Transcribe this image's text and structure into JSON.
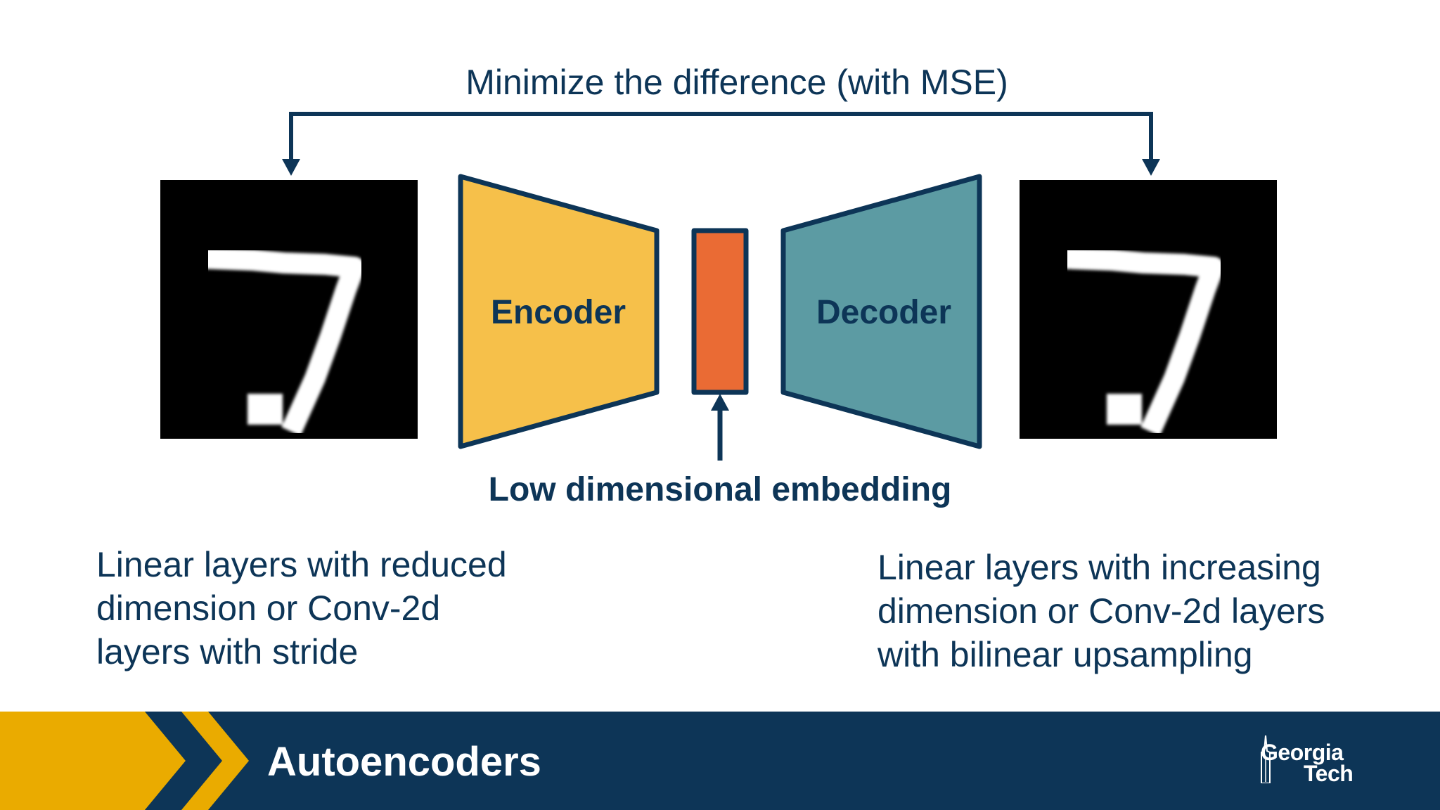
{
  "diagram": {
    "top_label": "Minimize the difference (with MSE)",
    "encoder_label": "Encoder",
    "decoder_label": "Decoder",
    "embedding_label": "Low dimensional embedding",
    "input_image": "mnist-digit-7",
    "output_image": "mnist-digit-7-reconstructed",
    "colors": {
      "encoder": "#f6c04a",
      "decoder": "#5c9ba3",
      "embedding": "#ea6b34",
      "outline": "#0d3557"
    }
  },
  "descriptions": {
    "encoder": "Linear layers with reduced\ndimension or Conv-2d\nlayers with stride",
    "decoder": "Linear layers with increasing\ndimension or Conv-2d layers\nwith bilinear upsampling"
  },
  "footer": {
    "title": "Autoencoders",
    "logo_line1": "Georgia",
    "logo_line2": "Tech",
    "colors": {
      "bar": "#0d3557",
      "chevron": "#eaab00"
    }
  }
}
